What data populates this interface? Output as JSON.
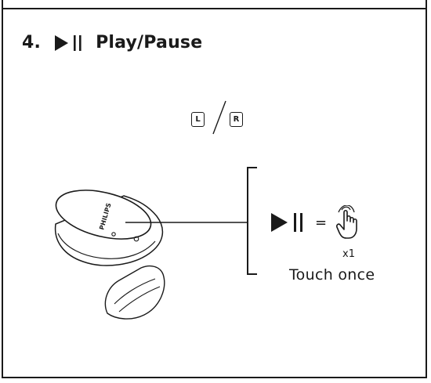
{
  "heading": {
    "number": "4.",
    "title": "Play/Pause",
    "icon": "play-pause-icon"
  },
  "side_selector": {
    "left_label": "L",
    "right_label": "R"
  },
  "earbud": {
    "brand": "PHILIPS",
    "icon": "earbud-illustration"
  },
  "gesture": {
    "action_icon": "play-pause-icon",
    "equals": "=",
    "gesture_icon": "touch-hand-icon",
    "count": "x1",
    "label": "Touch once"
  }
}
